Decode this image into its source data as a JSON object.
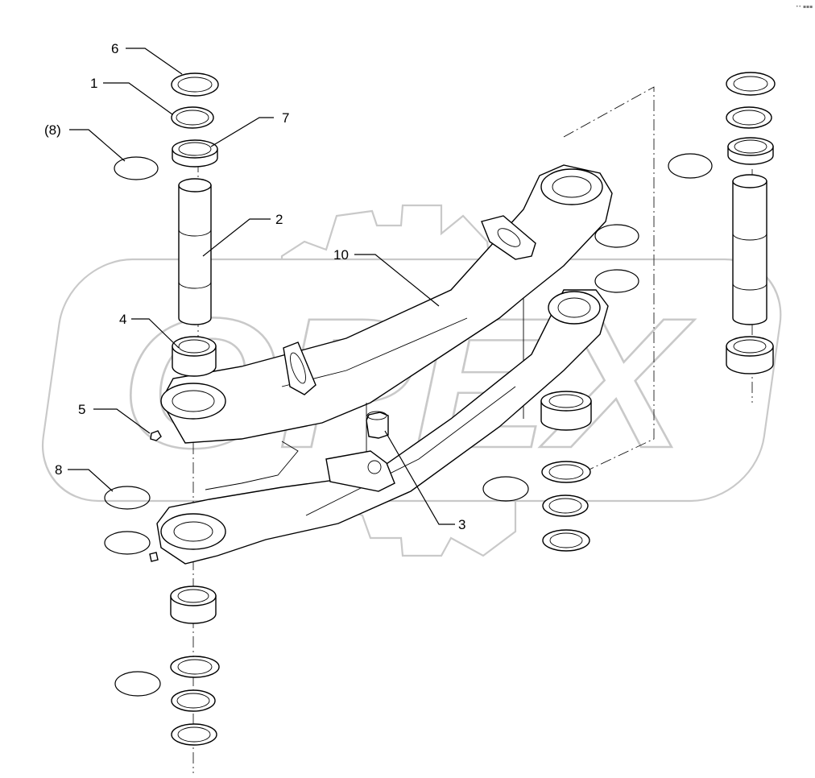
{
  "drawing": {
    "corner_mark": "•• ▪▪▪"
  },
  "callouts": {
    "c6": "6",
    "c1": "1",
    "c8_bracketed": "(8)",
    "c7": "7",
    "c2": "2",
    "c10": "10",
    "c4": "4",
    "c5": "5",
    "c8": "8",
    "c3": "3"
  },
  "watermark": {
    "text": "OPEX"
  }
}
